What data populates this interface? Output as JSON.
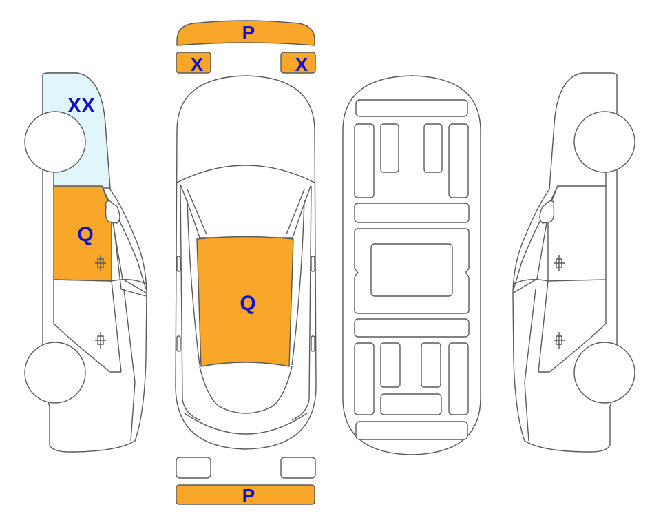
{
  "colors": {
    "damage_orange": "#f9a72b",
    "damage_light_blue": "#e0f6fb",
    "label_blue": "#1212c8",
    "outline": "#5a5a5a"
  },
  "marks": {
    "front_bumper": "P",
    "rear_bumper": "P",
    "front_light_left": "X",
    "front_light_right": "X",
    "roof": "Q",
    "left_front_door": "Q",
    "left_front_fender": "XX"
  }
}
